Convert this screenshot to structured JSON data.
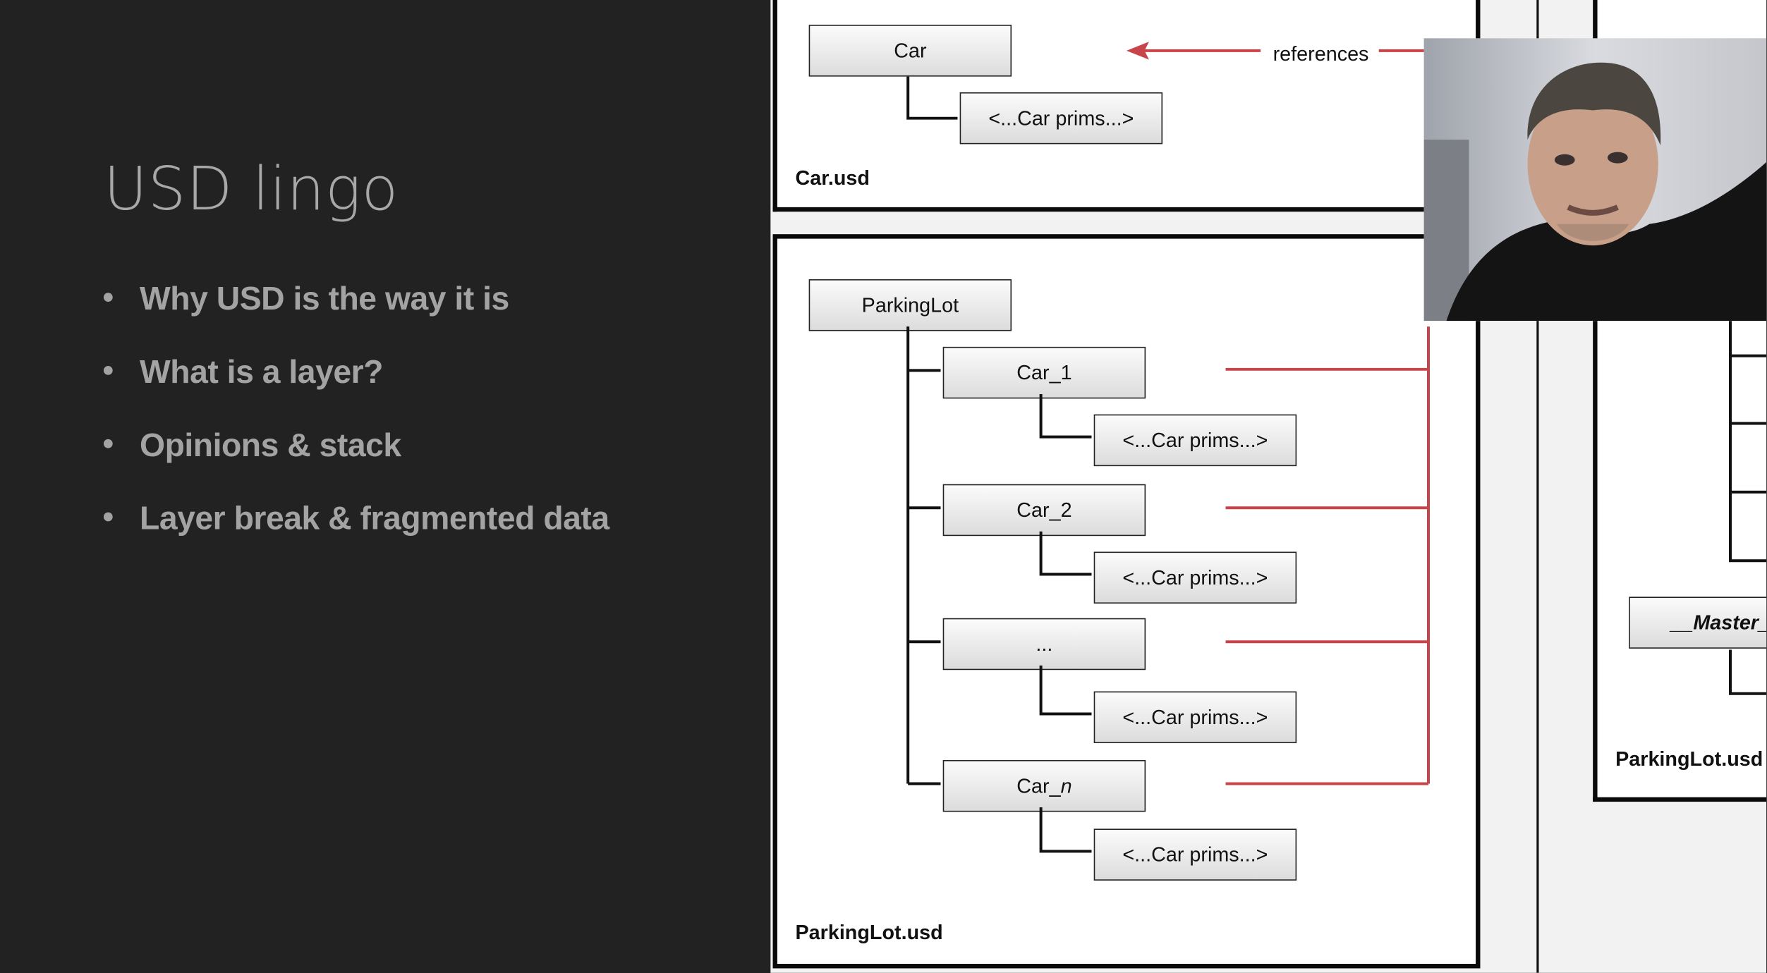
{
  "slide": {
    "title": "USD lingo",
    "bullets": [
      "Why USD is the way it is",
      "What is a layer?",
      "Opinions & stack",
      "Layer break & fragmented data"
    ]
  },
  "diagram": {
    "car_layer": {
      "root": "Car",
      "child": "<...Car prims...>",
      "label": "Car.usd",
      "arrow_label": "references"
    },
    "parking_layer": {
      "root": "ParkingLot",
      "label": "ParkingLot.usd",
      "items": [
        {
          "name": "Car_1",
          "child": "<...Car prims...>"
        },
        {
          "name": "Car_2",
          "child": "<...Car prims...>"
        },
        {
          "name": "...",
          "child": "<...Car prims...>"
        },
        {
          "name_prefix": "Car_",
          "name_suffix": "n",
          "child": "<...Car prims...>"
        }
      ]
    },
    "right_layer": {
      "master_label": "__Master_",
      "label": "ParkingLot.usd"
    },
    "colors": {
      "reference_line": "#c7454a",
      "frame": "#0a0a0a"
    }
  },
  "webcam": {
    "icon": "presenter-video-feed"
  }
}
